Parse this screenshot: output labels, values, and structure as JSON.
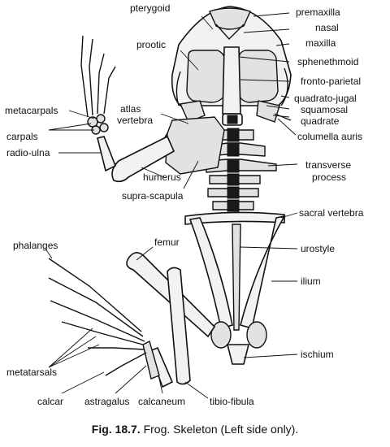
{
  "labels": {
    "pterygoid": "pterygoid",
    "premaxilla": "premaxilla",
    "nasal": "nasal",
    "maxilla": "maxilla",
    "prootic": "prootic",
    "sphenethmoid": "sphenethmoid",
    "fronto_parietal": "fronto-parietal",
    "quadrato_jugal": "quadrato-jugal",
    "squamosal": "squamosal",
    "quadrate": "quadrate",
    "columella_auris": "columella auris",
    "metacarpals": "metacarpals",
    "atlas": "atlas",
    "vertebra": "vertebra",
    "carpals": "carpals",
    "radio_ulna": "radio-ulna",
    "humerus": "humerus",
    "transverse": "transverse",
    "process": "process",
    "supra_scapula": "supra-scapula",
    "sacral_vertebra": "sacral vertebra",
    "phalanges": "phalanges",
    "femur": "femur",
    "urostyle": "urostyle",
    "ilium": "ilium",
    "metatarsals": "metatarsals",
    "ischium": "ischium",
    "calcar": "calcar",
    "astragalus": "astragalus",
    "calcaneum": "calcaneum",
    "tibio_fibula": "tibio-fibula"
  },
  "caption": {
    "figure_number": "Fig. 18.7.",
    "text": "Frog. Skeleton (Left side only)."
  }
}
